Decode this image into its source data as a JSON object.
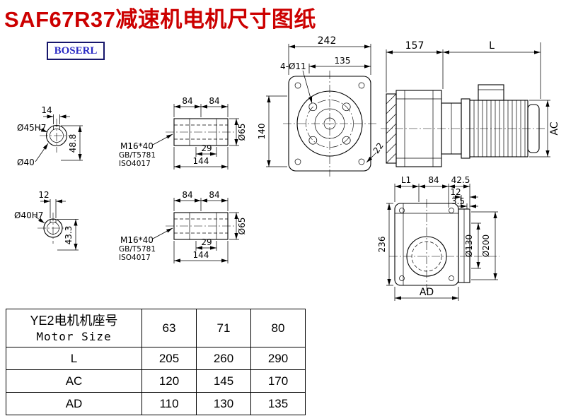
{
  "page": {
    "title": "SAF67R37减速机电机尺寸图纸",
    "brand": "BOSERL"
  },
  "colors": {
    "title_red": "#cc0000",
    "brand_blue": "#2a2ac4",
    "brand_border": "#16166b",
    "line_black": "#000000"
  },
  "views": {
    "shaft_end_a": {
      "keyway_width": "14",
      "bore": "Ø45H7",
      "key_height": "48.8",
      "outer_dia": "Ø40"
    },
    "shaft_end_b": {
      "keyway_width": "12",
      "bore": "Ø40H7",
      "key_height": "43.3"
    },
    "hollow_shaft_a": {
      "len1": "84",
      "len2": "84",
      "dim29": "29",
      "total_len": "144",
      "dia": "Ø65",
      "bolt": "M16*40",
      "std_gb": "GB/T5781",
      "std_iso": "ISO4017"
    },
    "hollow_shaft_b": {
      "len1": "84",
      "len2": "84",
      "dim29": "29",
      "total_len": "144",
      "dia": "Ø65",
      "bolt": "M16*40",
      "std_gb": "GB/T5781",
      "std_iso": "ISO4017"
    },
    "front_view": {
      "width": "242",
      "bolt_span": "135",
      "holes": "4-Ø11",
      "height": "140",
      "corner": "22"
    },
    "side_view": {
      "gear_len": "157",
      "motor_len": "L",
      "motor_dia": "AC"
    },
    "output_view": {
      "l1": "L1",
      "d84": "84",
      "d42_5": "42.5",
      "d12": "12",
      "d3_5": "3.5",
      "height": "236",
      "spigot": "Ø130",
      "flange": "Ø200",
      "width": "AD"
    }
  },
  "table": {
    "header": {
      "label_cn": "YE2电机机座号",
      "label_en": "Motor Size",
      "sizes": [
        "63",
        "71",
        "80"
      ]
    },
    "rows": [
      {
        "label": "L",
        "values": [
          "205",
          "260",
          "290"
        ]
      },
      {
        "label": "AC",
        "values": [
          "120",
          "145",
          "170"
        ]
      },
      {
        "label": "AD",
        "values": [
          "110",
          "130",
          "135"
        ]
      }
    ]
  }
}
